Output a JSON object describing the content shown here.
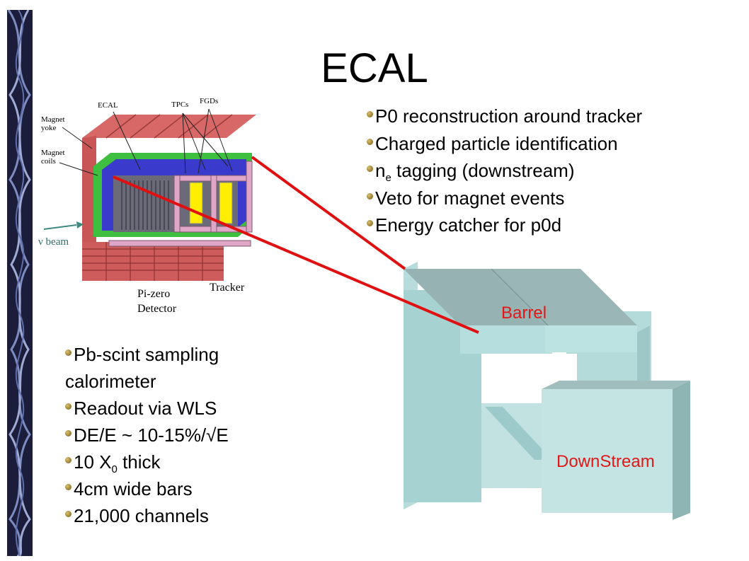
{
  "slide": {
    "title": "ECAL",
    "top_bullets": [
      {
        "text": "P0 reconstruction around tracker"
      },
      {
        "text": "Charged particle identification"
      },
      {
        "pre": "n",
        "sub": "e",
        "post": " tagging (downstream)"
      },
      {
        "text": "Veto for magnet events"
      },
      {
        "text": "Energy catcher for p0d"
      }
    ],
    "bottom_bullets": {
      "b1_line1": "Pb-scint sampling",
      "b1_line2": "calorimeter",
      "b2": "Readout via WLS",
      "b3": "DE/E ~ 10-15%/√E",
      "b4_pre": "10 X",
      "b4_sub": "0",
      "b4_post": " thick",
      "b5": "4cm wide bars",
      "b6": "21,000 channels"
    },
    "detector_labels": {
      "magnet_yoke_1": "Magnet",
      "magnet_yoke_2": "yoke",
      "magnet_coils_1": "Magnet",
      "magnet_coils_2": "coils",
      "ecal": "ECAL",
      "tpcs": "TPCs",
      "fgds": "FGDs",
      "beam": "ν beam",
      "pizero_1": "Pi-zero",
      "pizero_2": "Detector",
      "tracker": "Tracker"
    },
    "module_labels": {
      "barrel": "Barrel",
      "downstream": "DownStream"
    }
  }
}
